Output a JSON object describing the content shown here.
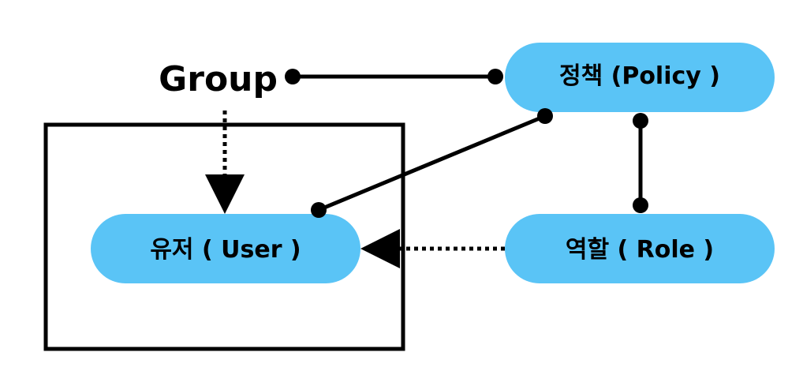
{
  "colors": {
    "node_fill": "#5ac4f6",
    "line": "#000000",
    "background": "#ffffff"
  },
  "nodes": {
    "group": {
      "label": "Group"
    },
    "policy": {
      "label": "정책 (Policy )"
    },
    "user": {
      "label": "유저 ( User )"
    },
    "role": {
      "label": "역할 ( Role )"
    }
  },
  "edges": [
    {
      "from": "group",
      "to": "policy",
      "style": "solid",
      "ends": "dots"
    },
    {
      "from": "policy",
      "to": "user",
      "style": "solid",
      "ends": "dots"
    },
    {
      "from": "policy",
      "to": "role",
      "style": "solid",
      "ends": "dots"
    },
    {
      "from": "group",
      "to": "user",
      "style": "dotted",
      "ends": "arrow"
    },
    {
      "from": "role",
      "to": "user",
      "style": "dotted",
      "ends": "arrow"
    }
  ]
}
